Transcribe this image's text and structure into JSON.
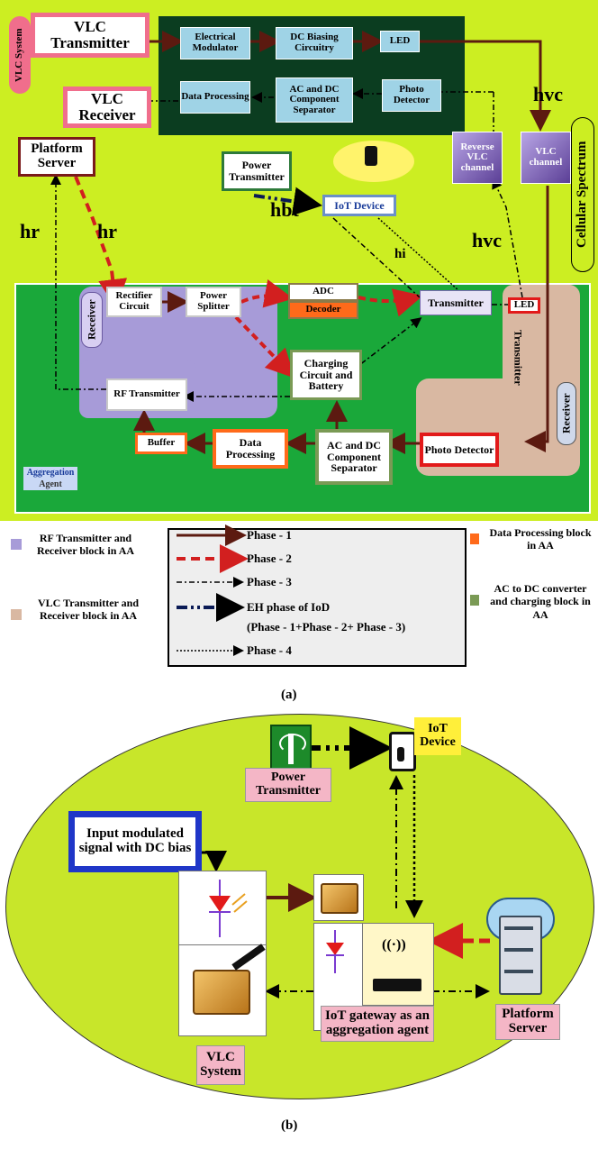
{
  "panel_a": {
    "vlc_system": "VLC System",
    "vlc_transmitter": "VLC Transmitter",
    "vlc_receiver": "VLC Receiver",
    "electrical_modulator": "Electrical Modulator",
    "dc_biasing": "DC Biasing Circuitry",
    "led_top": "LED",
    "data_processing_top": "Data Processing",
    "ac_dc_separator_top": "AC and DC Component Separator",
    "photo_detector_top": "Photo Detector",
    "h_vc_top": "hvc",
    "reverse_vlc_channel": "Reverse VLC channel",
    "vlc_channel": "VLC channel",
    "cellular_spectrum": "Cellular Spectrum",
    "platform_server": "Platform Server",
    "power_transmitter": "Power Transmitter",
    "iot_device": "IoT Device",
    "h_bt": "hbt",
    "h_r_left": "hr",
    "h_r_mid": "hr",
    "h_i": "hi",
    "h_vc_mid": "hvc",
    "receiver_left": "Receiver",
    "rectifier": "Rectifier Circuit",
    "power_splitter": "Power Splitter",
    "adc": "ADC",
    "decoder": "Decoder",
    "transmitter_mid": "Transmitter",
    "led_right": "LED",
    "transmitter_vertical": "Transmitter",
    "receiver_right": "Receiver",
    "charging": "Charging Circuit and Battery",
    "rf_transmitter": "RF Transmitter",
    "buffer": "Buffer",
    "data_processing_bottom": "Data Processing",
    "ac_dc_separator_bottom": "AC and DC Component Separator",
    "photo_detector_bottom": "Photo Detector",
    "aggregation_agent_1": "Aggregation",
    "aggregation_agent_2": "Agent"
  },
  "legend": {
    "rf_block": "RF Transmitter and Receiver block in AA",
    "vlc_block": "VLC Transmitter and Receiver block in AA",
    "phase1": "Phase - 1",
    "phase2": "Phase - 2",
    "phase3": "Phase - 3",
    "eh_phase": "EH phase of IoD",
    "eh_phase_detail": "(Phase - 1+Phase - 2+ Phase - 3)",
    "phase4": "Phase - 4",
    "data_block": "Data Processing block in AA",
    "acdc_block": "AC to DC converter and charging block in AA",
    "caption_a": "(a)"
  },
  "panel_b": {
    "input_signal": "Input modulated signal with DC bias",
    "power_transmitter": "Power Transmitter",
    "iot_device": "IoT Device",
    "iot_gateway": "IoT gateway as an aggregation agent",
    "vlc_system": "VLC System",
    "platform_server": "Platform Server",
    "caption_b": "(b)"
  },
  "colors": {
    "lime": "#ccee22",
    "dark_green": "#0b3d20",
    "green": "#1aa83a",
    "purple": "#a79bd8",
    "tan": "#d9b8a2",
    "red_box": "#e21a1a",
    "orange": "#ff6a1a",
    "olive": "#7a9a55",
    "phase1": "#5c1a10",
    "phase2": "#d21f1f"
  }
}
